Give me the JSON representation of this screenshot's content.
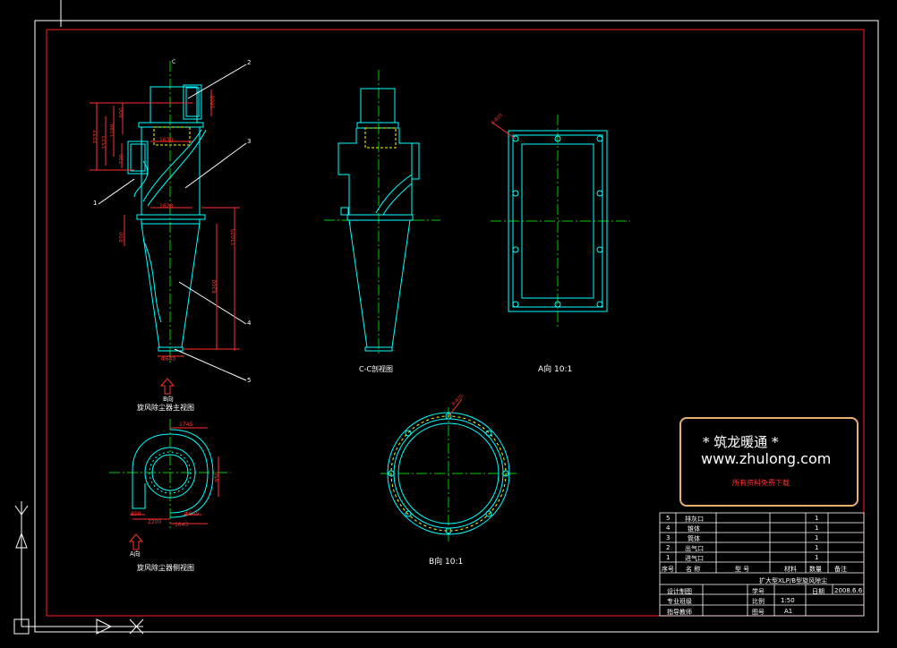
{
  "colors": {
    "background": "#000000",
    "frame": "#ff2020",
    "outline": "#00ffff",
    "centerline": "#00cc00",
    "dimension": "#ff3030",
    "hidden": "#ffff00",
    "text": "#ffffff",
    "watermark_border": "#e8b070"
  },
  "views": {
    "main_view_title": "旋风除尘器主视图",
    "main_view_dir": "B向",
    "section_view_title": "C-C剖视图",
    "a_view_title": "A向  10:1",
    "b_view_title": "B向  10:1",
    "side_view_title": "旋风除尘器侧视图",
    "side_view_dir": "A向",
    "section_mark": "C"
  },
  "callouts": [
    "1",
    "2",
    "3",
    "4",
    "5"
  ],
  "dimensions": {
    "d_2232": "2232",
    "d_1572": "1572",
    "d_1280": "1280",
    "d_800": "800",
    "d_720": "720",
    "d_1600": "1600",
    "d_1630": "1630",
    "d_1628": "1628",
    "d_3020": "3020",
    "d_6200": "6200",
    "d_850": "850",
    "d_11075": "11075",
    "d_640": "Φ640",
    "d_1745": "1745",
    "d_950": "950",
    "d_2200": "2200",
    "d_1643": "1643",
    "d_850b": "850",
    "d_8x20": "8-Φ20"
  },
  "watermark": {
    "line1": "*  筑龙暖通  *",
    "line2": "www.zhulong.com",
    "line3": "所有资料免费下载"
  },
  "title_block": {
    "rows": [
      {
        "no": "5",
        "name": "排灰口",
        "qty": "1"
      },
      {
        "no": "4",
        "name": "锥体",
        "qty": "1"
      },
      {
        "no": "3",
        "name": "筒体",
        "qty": "1"
      },
      {
        "no": "2",
        "name": "出气口",
        "qty": "1"
      },
      {
        "no": "1",
        "name": "进气口",
        "qty": "1"
      }
    ],
    "header": {
      "no": "序号",
      "name": "名  称",
      "model": "型  号",
      "material": "材料",
      "qty": "数量",
      "remark": "备注"
    },
    "drawing_title": "扩大型XLP/B型旋风除尘",
    "design": "设计制图",
    "major": "专业班级",
    "teacher": "指导教师",
    "student_no": "学号",
    "date_label": "日期",
    "date": "2008.6.6",
    "scale_label": "比例",
    "scale": "1:50",
    "sheet_label": "图号",
    "sheet": "A1"
  }
}
